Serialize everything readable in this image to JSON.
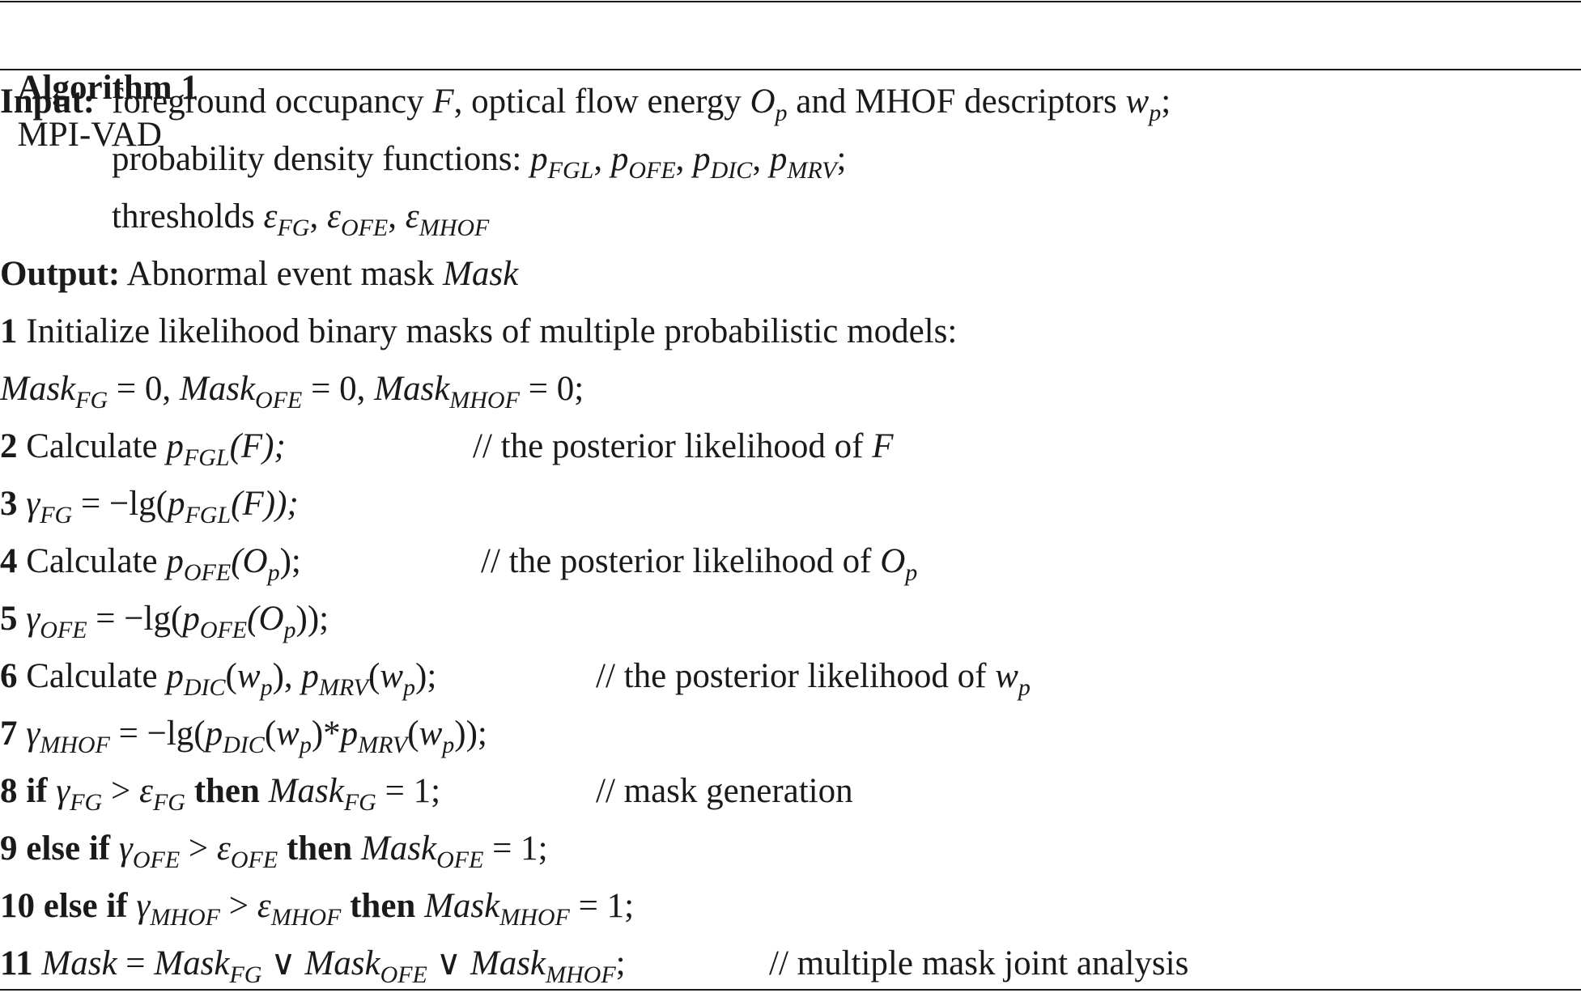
{
  "algorithm": {
    "label": "Algorithm 1",
    "name": "MPI-VAD"
  },
  "input": {
    "label": "Input:",
    "line1": {
      "t1": "foreground occupancy ",
      "F": "F",
      "t2": ", optical flow energy ",
      "O": "O",
      "O_sub": "p",
      "t3": " and MHOF descriptors ",
      "w": "w",
      "w_sub": "p",
      "t4": ";"
    },
    "line2": {
      "t1": "probability density functions: ",
      "p": "p",
      "s1": "FGL",
      "s2": "OFE",
      "s3": "DIC",
      "s4": "MRV",
      "comma": ", ",
      "end": ";"
    },
    "line3": {
      "t1": "thresholds ",
      "eps": "ε",
      "s1": "FG",
      "s2": "OFE",
      "s3": "MHOF",
      "comma": ", "
    }
  },
  "output": {
    "label": "Output:",
    "text": " Abnormal event mask ",
    "mask": "Mask"
  },
  "steps": {
    "s1": {
      "num": "1",
      "text": " Initialize likelihood binary masks of multiple probabilistic models:"
    },
    "s1b": {
      "mask": "Mask",
      "fg": "FG",
      "ofe": "OFE",
      "mhof": "MHOF",
      "eq0": " = 0, ",
      "eq0end": " = 0;"
    },
    "s2": {
      "num": "2",
      "text": " Calculate ",
      "p": "p",
      "sub": "FGL",
      "arg": "(F);",
      "comment": "// the posterior likelihood of ",
      "cvar": "F"
    },
    "s3": {
      "num": "3",
      "gamma": " γ",
      "sub": "FG",
      "eq": " = −lg(",
      "p": "p",
      "psub": "FGL",
      "arg": "(F));"
    },
    "s4": {
      "num": "4",
      "text": " Calculate ",
      "p": "p",
      "sub": "OFE",
      "arg1": "(O",
      "argsub": "p",
      "arg2": ");",
      "comment": "// the posterior likelihood of ",
      "cvar": "O",
      "cvarsub": "p"
    },
    "s5": {
      "num": "5",
      "gamma": " γ",
      "sub": "OFE",
      "eq": " = −lg(",
      "p": "p",
      "psub": "OFE",
      "arg1": "(O",
      "argsub": "p",
      "arg2": "));"
    },
    "s6": {
      "num": "6",
      "text": " Calculate ",
      "p": "p",
      "sub1": "DIC",
      "sub2": "MRV",
      "w": "w",
      "wsub": "p",
      "comment": "// the posterior likelihood of ",
      "cvar": "w",
      "cvarsub": "p"
    },
    "s7": {
      "num": "7",
      "gamma": " γ",
      "sub": "MHOF",
      "eq": " = −lg(",
      "p": "p",
      "sub1": "DIC",
      "sub2": "MRV",
      "w": "w",
      "wsub": "p",
      "star": "*",
      "end": "));"
    },
    "s8": {
      "num": "8",
      "if": " if ",
      "gamma": "γ",
      "sub": "FG",
      "gt": " > ",
      "eps": "ε",
      "then": " then ",
      "mask": "Mask",
      "eq1": " = 1;",
      "comment": "// mask generation"
    },
    "s9": {
      "num": "9",
      "elseif": " else if ",
      "gamma": "γ",
      "sub": "OFE",
      "gt": " > ",
      "eps": "ε",
      "then": " then ",
      "mask": "Mask",
      "eq1": " = 1;"
    },
    "s10": {
      "num": "10",
      "elseif": " else if ",
      "gamma": "γ",
      "sub": "MHOF",
      "gt": " > ",
      "eps": "ε",
      "then": " then ",
      "mask": "Mask",
      "eq1": " = 1;"
    },
    "s11": {
      "num": "11",
      "mask": "Mask",
      "eq": " = ",
      "or": " ∨ ",
      "fg": "FG",
      "ofe": "OFE",
      "mhof": "MHOF",
      "semi": ";",
      "comment": "// multiple mask joint analysis"
    }
  }
}
